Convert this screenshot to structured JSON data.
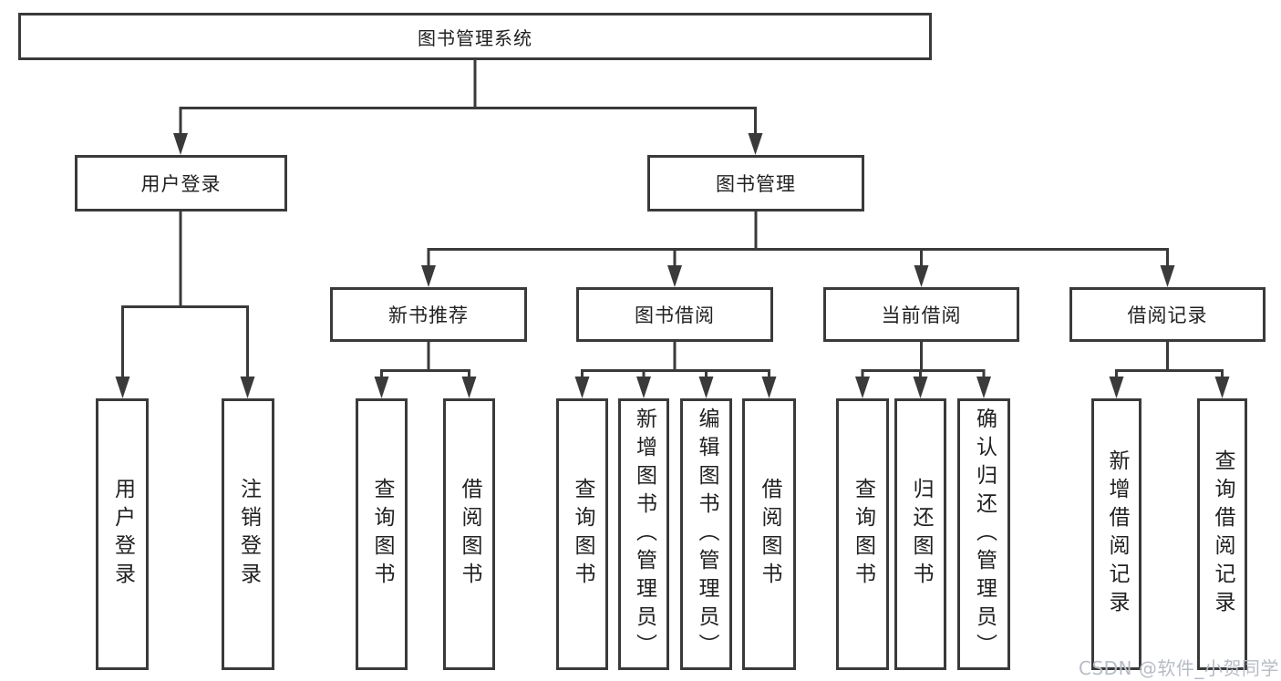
{
  "diagram": {
    "root": "图书管理系统",
    "level2": [
      "用户登录",
      "图书管理"
    ],
    "level3": [
      "新书推荐",
      "图书借阅",
      "当前借阅",
      "借阅记录"
    ],
    "leaves_user_login": [
      "用户登录",
      "注销登录"
    ],
    "leaves_new_book": [
      "查询图书",
      "借阅图书"
    ],
    "leaves_book_borrow": [
      "查询图书",
      "新增图书（管理员）",
      "编辑图书（管理员）",
      "借阅图书"
    ],
    "leaves_current_borrow": [
      "查询图书",
      "归还图书",
      "确认归还（管理员）"
    ],
    "leaves_borrow_records": [
      "新增借阅记录",
      "查询借阅记录"
    ],
    "colors": {
      "line": "#3a3a3a",
      "text": "#212121",
      "watermark": "#b7bcc4"
    },
    "watermark": "CSDN @软件_小贺同学"
  }
}
